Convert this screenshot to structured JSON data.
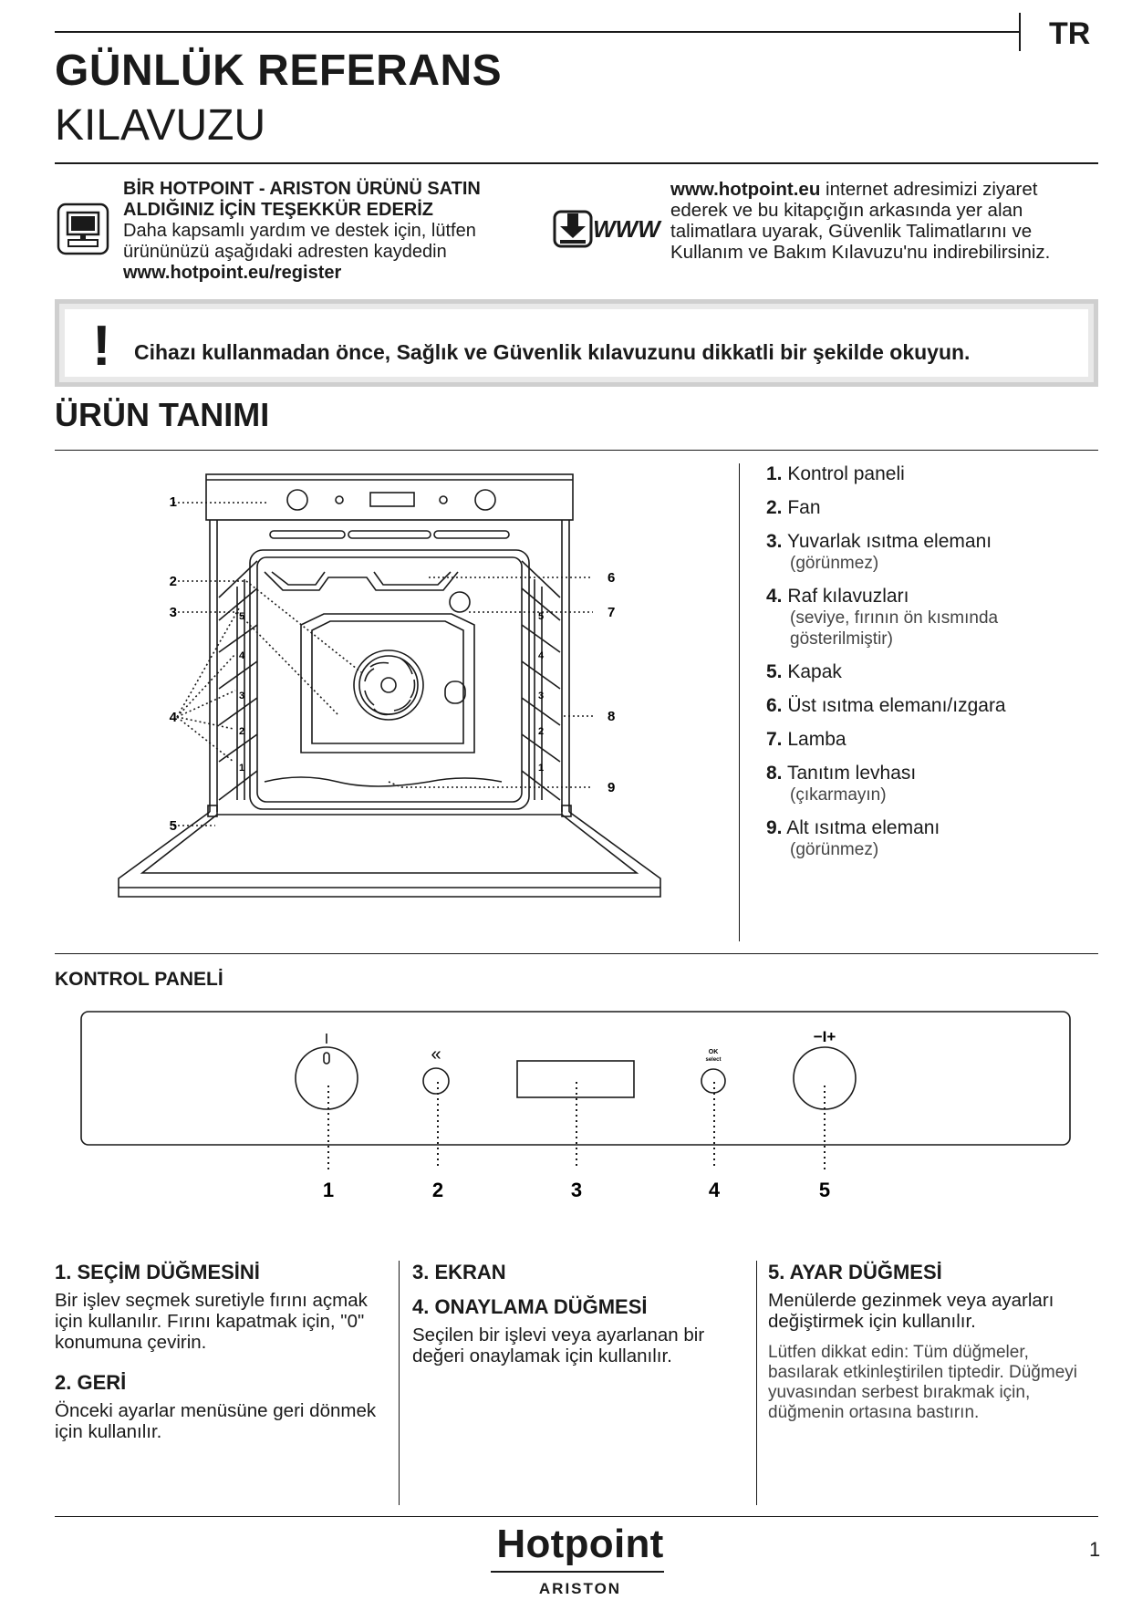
{
  "header": {
    "lang": "TR",
    "title_line1": "GÜNLÜK REFERANS",
    "title_line2": "KILAVUZU"
  },
  "intro": {
    "thanks_bold": "BİR HOTPOINT - ARISTON ÜRÜNÜ SATIN ALDIĞINIZ İÇİN TEŞEKKÜR EDERİZ",
    "thanks_text": "Daha kapsamlı yardım ve destek için, lütfen ürününüzü aşağıdaki adresten kaydedin",
    "register_url": "www.hotpoint.eu/register",
    "www_label": "WWW",
    "www_url": "www.hotpoint.eu",
    "www_text": " internet adresimizi ziyaret ederek ve bu kitapçığın arkasında yer alan talimatlara uyarak, Güvenlik Talimatlarını ve Kullanım ve Bakım Kılavuzu'nu indirebilirsiniz."
  },
  "warning": {
    "mark": "!",
    "text": "Cihazı kullanmadan önce, Sağlık ve Güvenlik kılavuzunu dikkatli bir şekilde okuyun."
  },
  "product": {
    "heading": "ÜRÜN TANIMI",
    "callouts": [
      "1",
      "2",
      "3",
      "4",
      "5",
      "6",
      "7",
      "8",
      "9"
    ],
    "shelf_levels": [
      "5",
      "4",
      "3",
      "2",
      "1"
    ],
    "parts": [
      {
        "num": "1.",
        "label": "Kontrol paneli",
        "sub": ""
      },
      {
        "num": "2.",
        "label": "Fan",
        "sub": ""
      },
      {
        "num": "3.",
        "label": "Yuvarlak ısıtma elemanı",
        "sub": "(görünmez)"
      },
      {
        "num": "4.",
        "label": "Raf kılavuzları",
        "sub": "(seviye, fırının ön kısmında gösterilmiştir)"
      },
      {
        "num": "5.",
        "label": "Kapak",
        "sub": ""
      },
      {
        "num": "6.",
        "label": "Üst ısıtma elemanı/ızgara",
        "sub": ""
      },
      {
        "num": "7.",
        "label": "Lamba",
        "sub": ""
      },
      {
        "num": "8.",
        "label": "Tanıtım levhası",
        "sub": "(çıkarmayın)"
      },
      {
        "num": "9.",
        "label": "Alt ısıtma elemanı",
        "sub": "(görünmez)"
      }
    ]
  },
  "control_panel": {
    "heading": "KONTROL PANELİ",
    "knob1_symbol": "I",
    "back_symbol": "«",
    "ok_symbol_top": "OK",
    "ok_symbol_bottom": "select",
    "knob5_symbol": "−I+",
    "numbers": [
      "1",
      "2",
      "3",
      "4",
      "5"
    ]
  },
  "descriptions": {
    "col1": [
      {
        "heading": "1. SEÇİM DÜĞMESİNİ",
        "text": "Bir işlev seçmek suretiyle fırını açmak için kullanılır. Fırını kapatmak için, \"0\" konumuna çevirin."
      },
      {
        "heading": "2. GERİ",
        "text": "Önceki ayarlar menüsüne geri dönmek için kullanılır."
      }
    ],
    "col2": [
      {
        "heading": "3. EKRAN",
        "text": ""
      },
      {
        "heading": "4. ONAYLAMA DÜĞMESİ",
        "text": "Seçilen bir işlevi veya ayarlanan bir değeri onaylamak için kullanılır."
      }
    ],
    "col3": {
      "heading": "5. AYAR DÜĞMESİ",
      "text": "Menülerde gezinmek veya ayarları değiştirmek için kullanılır.",
      "note": "Lütfen dikkat edin: Tüm düğmeler, basılarak etkinleştirilen tiptedir. Düğmeyi yuvasından serbest bırakmak için, düğmenin ortasına bastırın."
    }
  },
  "footer": {
    "brand": "Hotpoint",
    "sub_brand": "ARISTON",
    "page": "1"
  }
}
